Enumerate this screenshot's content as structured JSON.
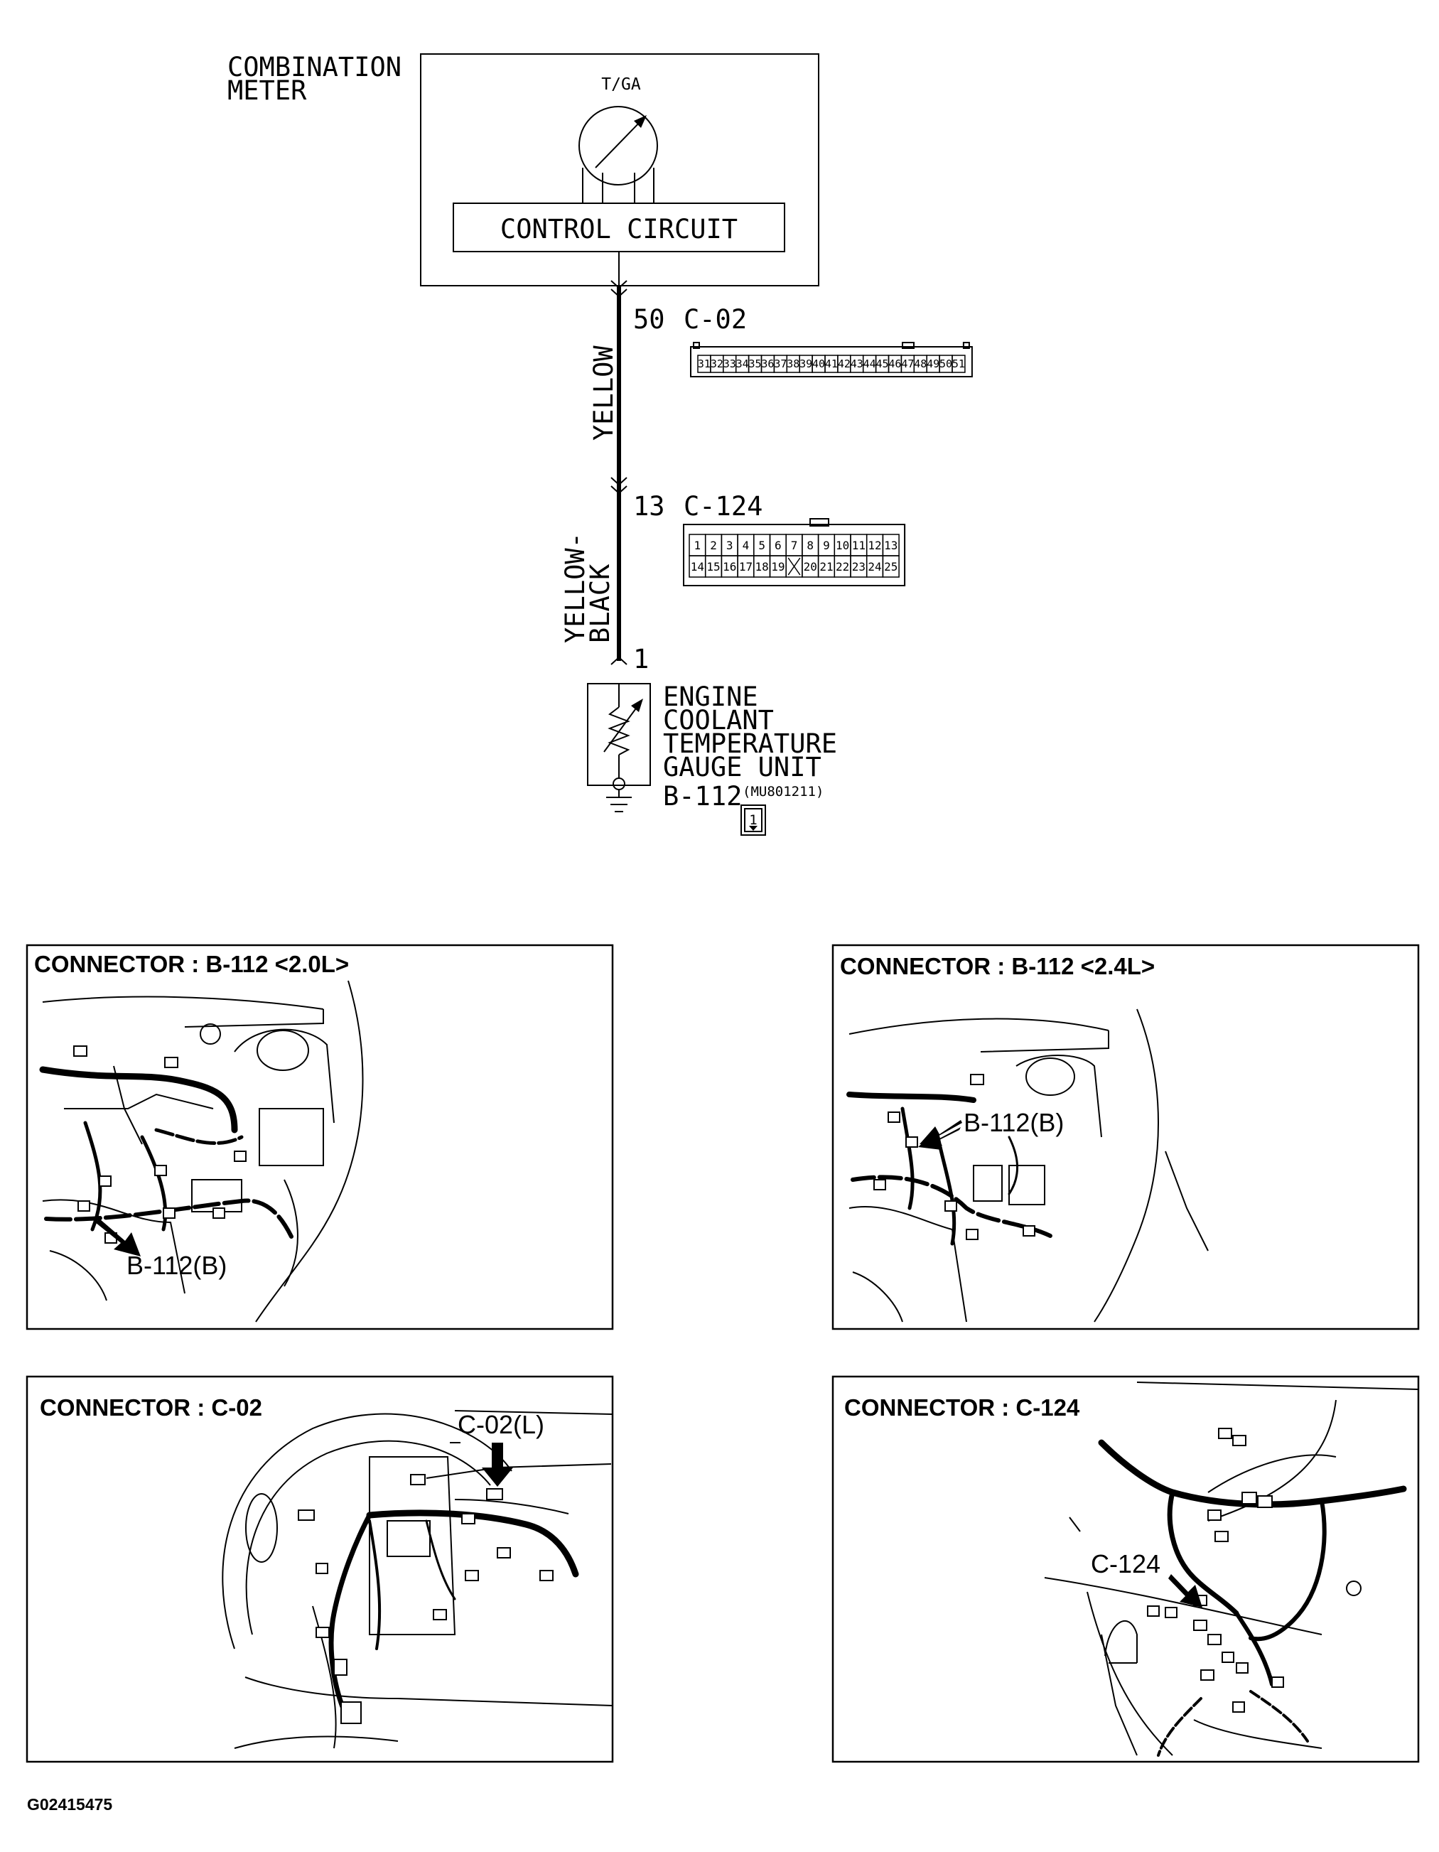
{
  "schematic": {
    "meter_title_line1": "COMBINATION",
    "meter_title_line2": "METER",
    "gauge_label": "T/GA",
    "control_circuit_label": "CONTROL CIRCUIT",
    "pin_meter": "50",
    "connector_c02": "C-02",
    "wire_yellow": "YELLOW",
    "pin_c124": "13",
    "connector_c124": "C-124",
    "wire_yellow_black_line1": "YELLOW-",
    "wire_yellow_black_line2": "BLACK",
    "pin_sensor": "1",
    "sensor_line1": "ENGINE",
    "sensor_line2": "COOLANT",
    "sensor_line3": "TEMPERATURE",
    "sensor_line4": "GAUGE UNIT",
    "sensor_connector": "B-112",
    "sensor_part_number": "(MU801211)",
    "sensor_connector_pin": "1"
  },
  "c02_pins": [
    "31",
    "32",
    "33",
    "34",
    "35",
    "36",
    "37",
    "38",
    "39",
    "40",
    "41",
    "42",
    "43",
    "44",
    "45",
    "46",
    "47",
    "48",
    "49",
    "50",
    "51"
  ],
  "c124_pins_top": [
    "1",
    "2",
    "3",
    "4",
    "5",
    "6",
    "7",
    "8",
    "9",
    "10",
    "11",
    "12",
    "13"
  ],
  "c124_pins_bottom": [
    "14",
    "15",
    "16",
    "17",
    "18",
    "19",
    "",
    "20",
    "21",
    "22",
    "23",
    "24",
    "25"
  ],
  "panels": {
    "b112_20": {
      "title": "CONNECTOR : B-112 <2.0L>",
      "callout": "B-112(B)"
    },
    "b112_24": {
      "title": "CONNECTOR : B-112 <2.4L>",
      "callout": "B-112(B)"
    },
    "c02": {
      "title": "CONNECTOR : C-02",
      "callout": "C-02(L)"
    },
    "c124": {
      "title": "CONNECTOR : C-124",
      "callout": "C-124"
    }
  },
  "footer_code": "G02415475"
}
